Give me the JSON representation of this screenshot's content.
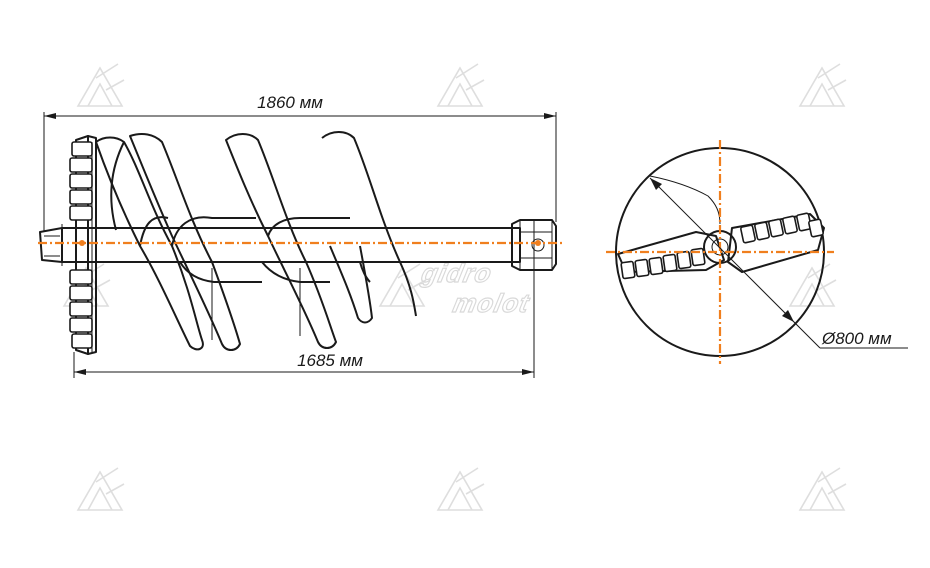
{
  "dimensions": {
    "total_length": "1860 мм",
    "working_length": "1685 мм",
    "diameter": "Ø800 мм"
  },
  "watermark": {
    "brand_line1": "gidro",
    "brand_line2": "molot"
  },
  "colors": {
    "line": "#1a1a1a",
    "axis": "#f07f1e",
    "watermark": "#dedede"
  }
}
